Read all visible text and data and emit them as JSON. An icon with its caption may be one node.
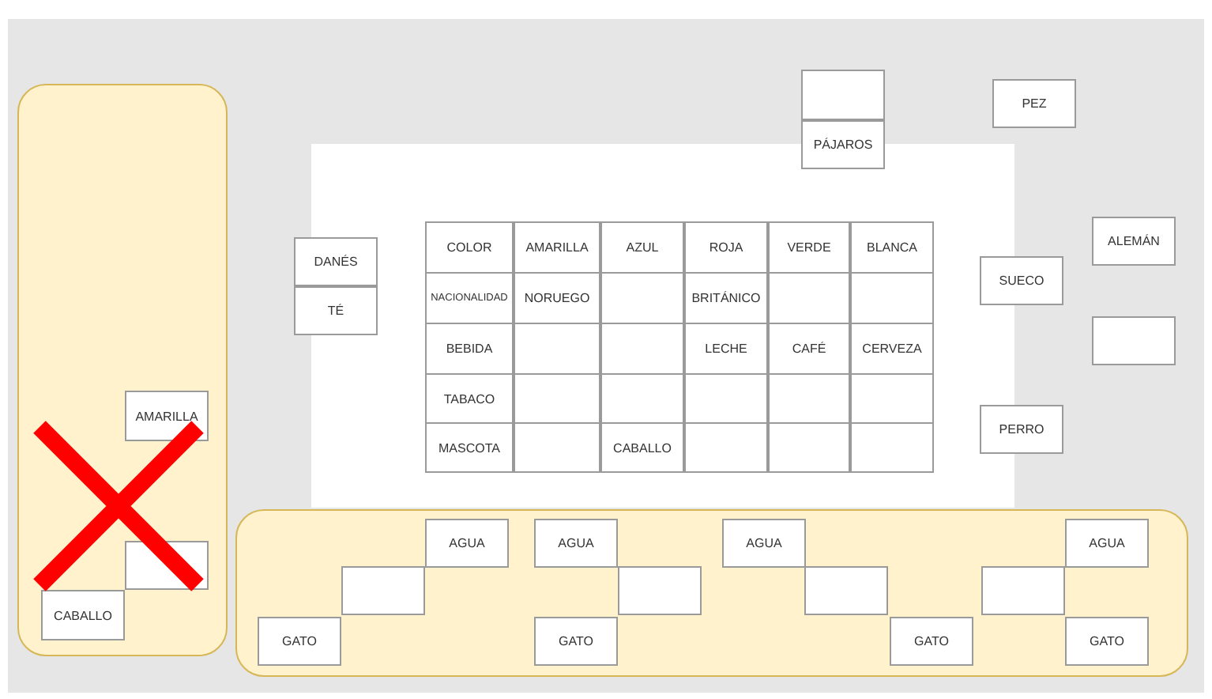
{
  "diagram": {
    "nodes": [
      {
        "text": [],
        "shape": "box"
      },
      {
        "text": [
          "PÁJAROS"
        ]
      },
      {
        "text": [
          "PEZ"
        ]
      },
      {
        "text": [],
        "shape": "box"
      },
      {
        "text": [
          "DANÉS"
        ]
      },
      {
        "text": [
          "TÉ"
        ]
      },
      {
        "text": [
          "ALEMÁN"
        ]
      },
      {
        "text": [
          "SUECO"
        ]
      },
      {
        "text": [],
        "shape": "box"
      },
      {
        "text": [
          "AMARILLA"
        ],
        "in": 3
      },
      {
        "text": [
          "PERRO"
        ]
      },
      {
        "text": [],
        "shape": "box"
      },
      {
        "text": [
          "AGUA"
        ],
        "in": 11
      },
      {
        "text": [
          "AGUA"
        ],
        "in": 11
      },
      {
        "text": [
          "AGUA"
        ],
        "in": 11
      },
      {
        "text": [
          "AGUA"
        ],
        "in": 11
      },
      {
        "text": [],
        "shape": "box",
        "in": 3
      },
      {
        "text": [],
        "shape": "box",
        "in": 11
      },
      {
        "text": [],
        "shape": "box",
        "in": 11
      },
      {
        "text": [],
        "shape": "box",
        "in": 11
      },
      {
        "text": [],
        "shape": "box",
        "in": 11
      },
      {
        "text": [
          "CABALLO"
        ],
        "in": 3
      },
      {
        "text": [
          "GATO"
        ],
        "in": 11
      },
      {
        "text": [
          "GATO"
        ],
        "in": 11
      },
      {
        "text": [
          "GATO"
        ],
        "in": 11
      },
      {
        "text": [
          "GATO"
        ],
        "in": 11
      }
    ],
    "edges": [],
    "labels": [
      "COLOR",
      "AMARILLA",
      "AZUL",
      "ROJA",
      "VERDE",
      "BLANCA",
      "NACIONALIDAD",
      "NORUEGO",
      "BRITÁNICO",
      "BEBIDA",
      "LECHE",
      "CAFÉ",
      "CERVEZA",
      "TABACO",
      "MASCOTA",
      "CABALLO"
    ]
  }
}
